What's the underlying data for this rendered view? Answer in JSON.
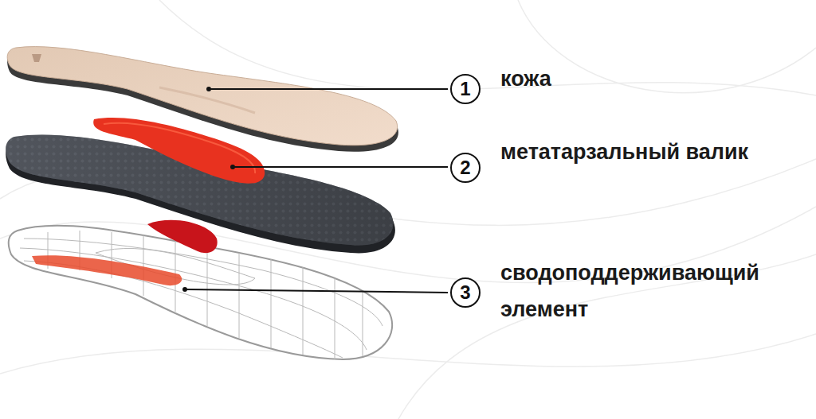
{
  "diagram": {
    "nodes": [
      {
        "text": [
          "1"
        ]
      },
      {
        "text": [
          "2"
        ]
      },
      {
        "text": [
          "3"
        ]
      }
    ],
    "labels": [
      "кожа",
      "метатарзальный валик",
      "сводоподдерживающий элемент"
    ]
  }
}
